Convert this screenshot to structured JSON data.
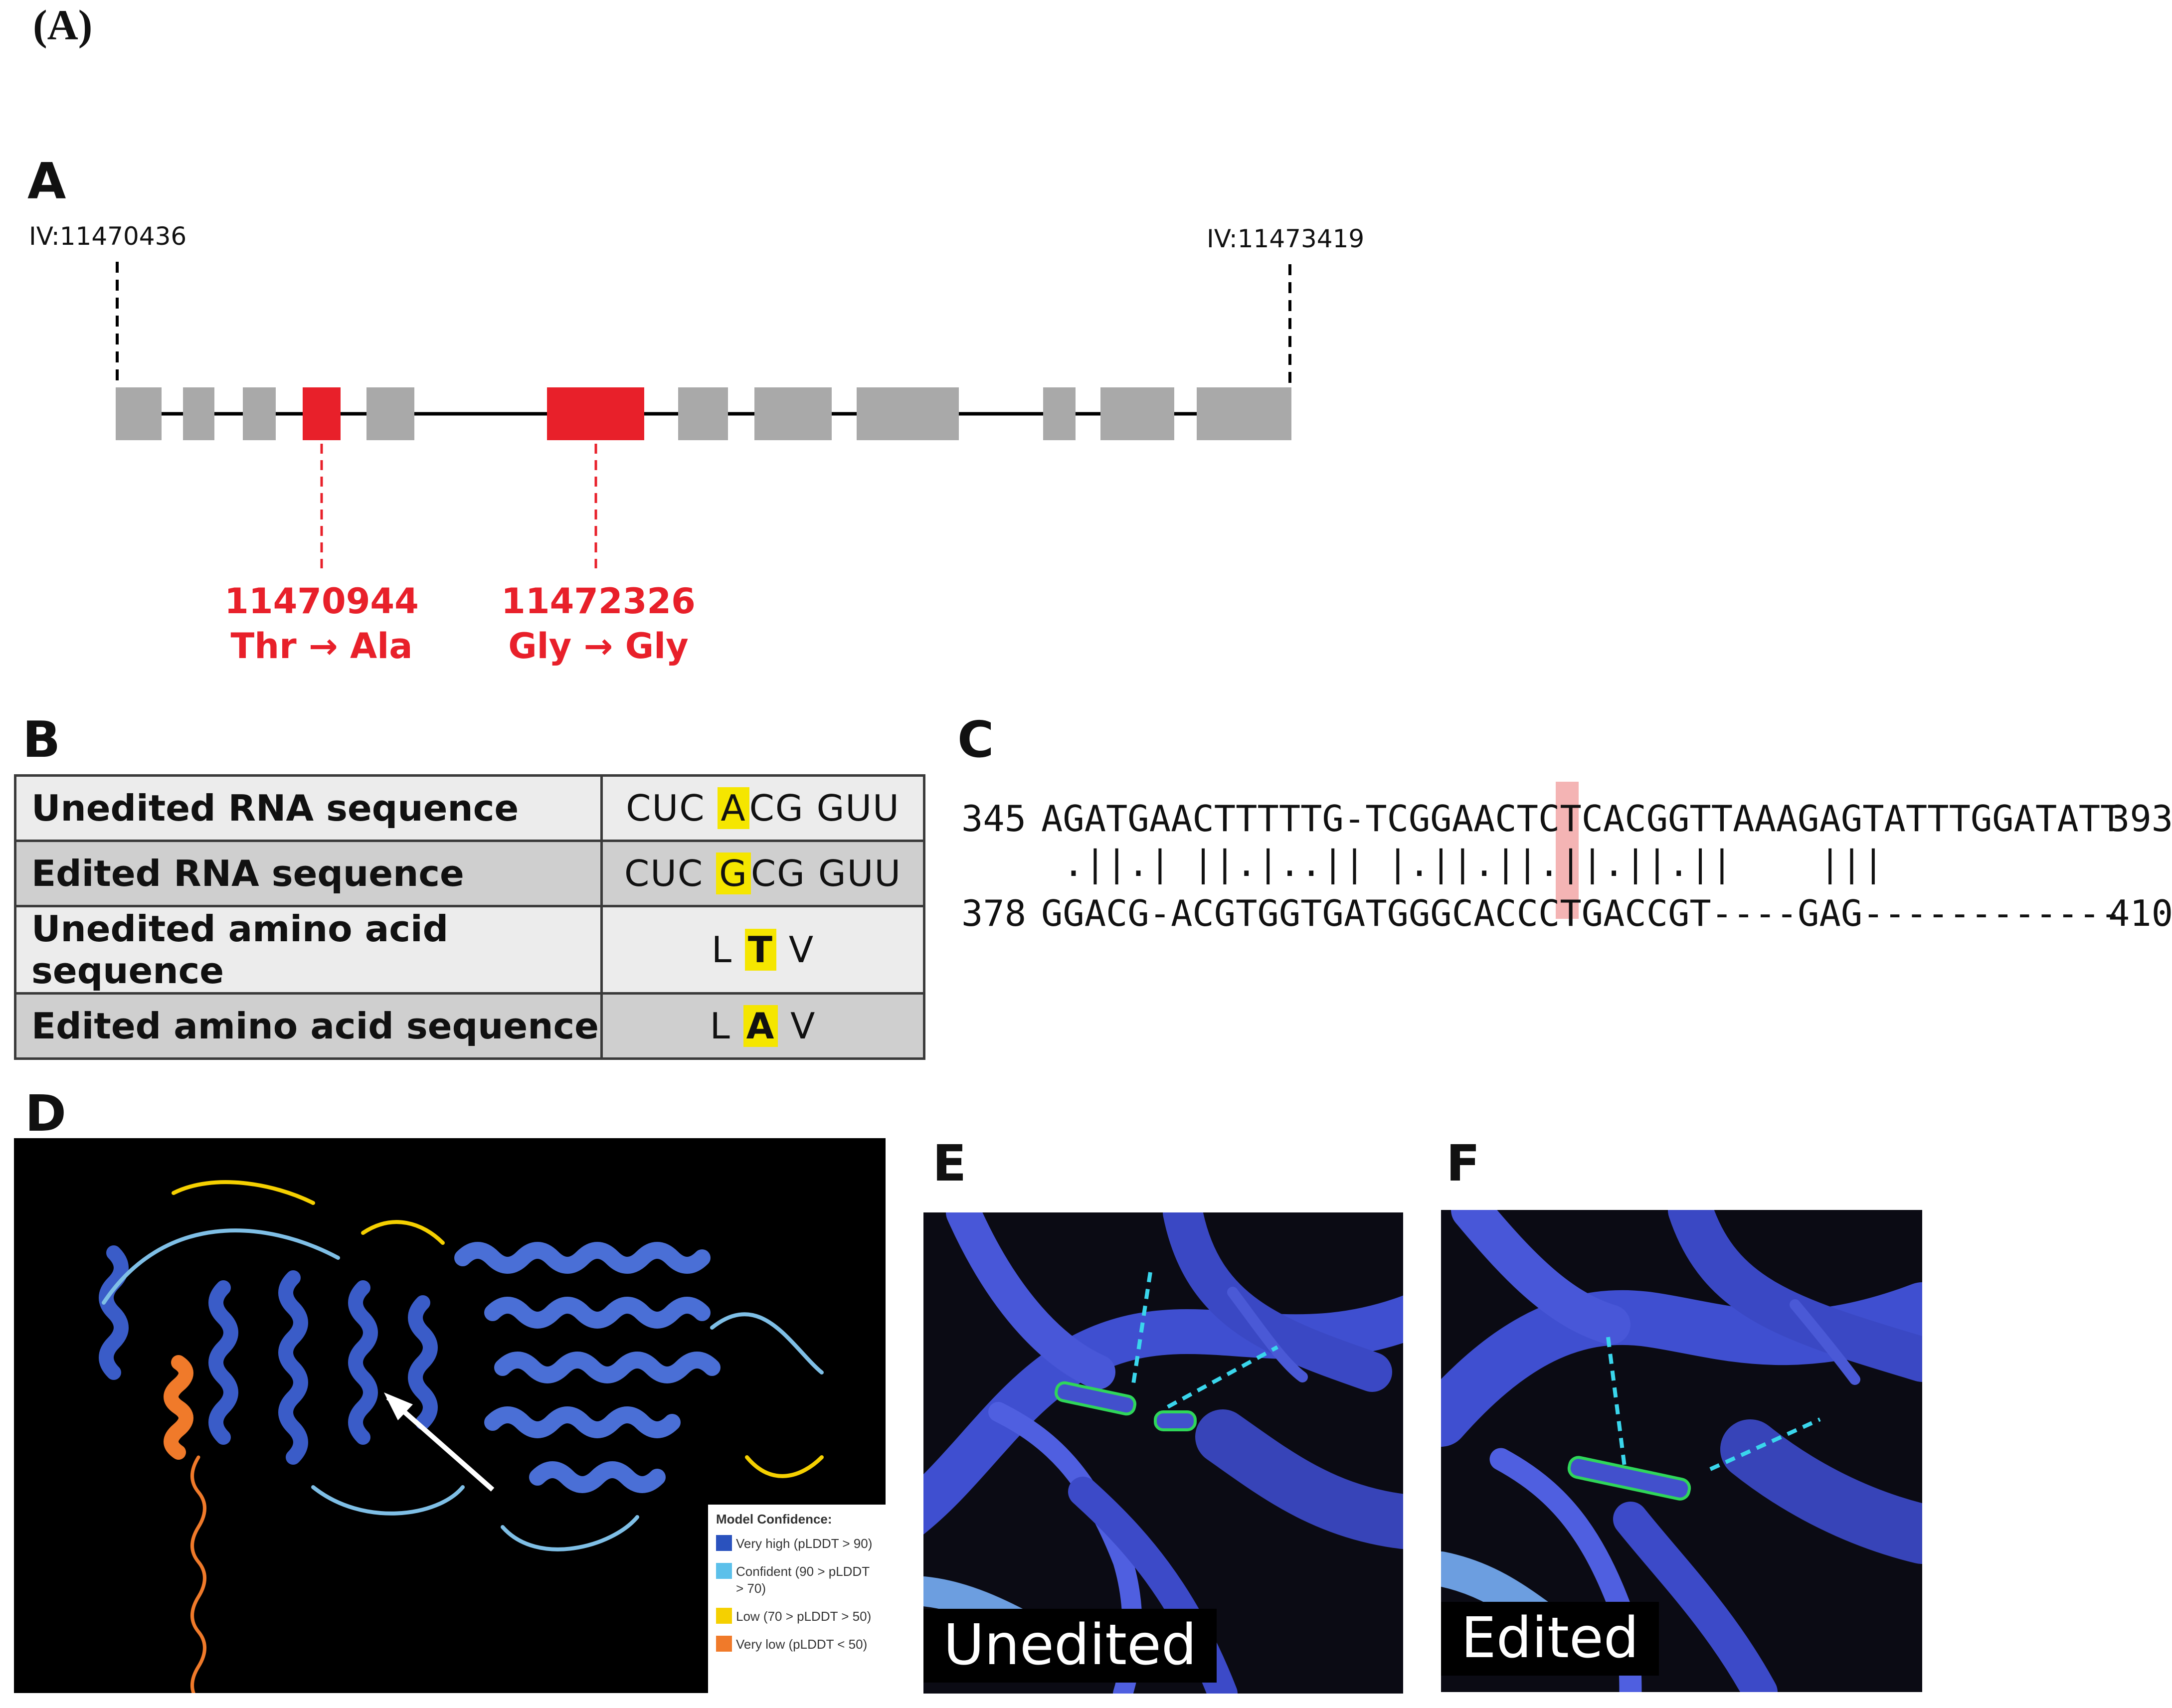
{
  "figure_caption": "(A)",
  "panels": {
    "a": "A",
    "b": "B",
    "c": "C",
    "d": "D",
    "e": "E",
    "f": "F"
  },
  "gene_model": {
    "left_coord": "IV:11470436",
    "right_coord": "IV:11473419",
    "edit_color": "#e8202a",
    "exon_color": "#a9a9a9",
    "sites": [
      {
        "position": "11470944",
        "change": "Thr → Ala"
      },
      {
        "position": "11472326",
        "change": "Gly → Gly"
      }
    ]
  },
  "sequence_table": {
    "rows": [
      {
        "label": "Unedited RNA sequence",
        "pre": "CUC ",
        "hl": "A",
        "post": "CG  GUU"
      },
      {
        "label": "Edited RNA sequence",
        "pre": "CUC ",
        "hl": "G",
        "post": "CG  GUU"
      },
      {
        "label": "Unedited amino acid sequence",
        "pre": "L     ",
        "hl": "T",
        "post": "     V"
      },
      {
        "label": "Edited amino acid sequence",
        "pre": "L     ",
        "hl": "A",
        "post": "     V"
      }
    ],
    "highlight_color": "#f5e600"
  },
  "alignment": {
    "top_start": "345",
    "top_seq": "AGATGAACTTTTTG-TCGGAACTCTCACGGTTAAAGAGTATTTGGATATT",
    "top_end": "393",
    "match": " .||.| ||.|..|| |.||.||.||.||.||    |||",
    "bottom_start": "378",
    "bottom_seq": "GGACG-ACGTGGTGATGGGCACCCTGACCGT----GAG------------",
    "bottom_end": "410",
    "highlight_color": "#f4b4b4"
  },
  "structure": {
    "legend_title": "Model Confidence:",
    "legend": [
      {
        "label": "Very high (pLDDT > 90)",
        "color": "#2a52be"
      },
      {
        "label": "Confident (90 > pLDDT > 70)",
        "color": "#5cc0ea"
      },
      {
        "label": "Low (70 > pLDDT > 50)",
        "color": "#f5d000"
      },
      {
        "label": "Very low (pLDDT < 50)",
        "color": "#f07a2a"
      }
    ]
  },
  "close_ups": {
    "unedited_label": "Unedited",
    "edited_label": "Edited"
  }
}
